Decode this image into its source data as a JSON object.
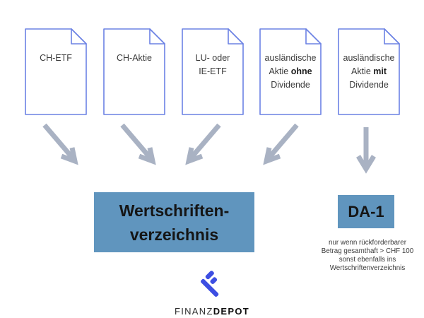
{
  "colors": {
    "box-bg": "#6095BE",
    "box-text": "#151515",
    "doc-border": "#6C82E4",
    "doc-fill": "#FFFFFF",
    "arrow": "#A9B2C3",
    "logo-blue": "#3D4EE2",
    "text-dark": "#3A3A3A",
    "note-text": "#3B3B3B"
  },
  "documents": [
    {
      "name": "ch-etf",
      "line1": "CH-ETF"
    },
    {
      "name": "ch-aktie",
      "line1": "CH-Aktie"
    },
    {
      "name": "lu-ie-etf",
      "line1": "LU- oder",
      "line2": "IE-ETF"
    },
    {
      "name": "auslaendische-aktie-ohne-dividende",
      "line1": "ausländische",
      "line2_prefix": "Aktie ",
      "line2_bold": "ohne",
      "line3": "Dividende"
    },
    {
      "name": "auslaendische-aktie-mit-dividende",
      "line1": "ausländische",
      "line2_prefix": "Aktie ",
      "line2_bold": "mit",
      "line3": "Dividende"
    }
  ],
  "arrows": [
    {
      "name": "arrow-from-ch-etf",
      "direction": "down-right"
    },
    {
      "name": "arrow-from-ch-aktie",
      "direction": "down-right"
    },
    {
      "name": "arrow-from-lu-ie-etf",
      "direction": "down-left"
    },
    {
      "name": "arrow-from-aktie-ohne-dividende",
      "direction": "down-left"
    },
    {
      "name": "arrow-from-aktie-mit-dividende",
      "direction": "down"
    }
  ],
  "targets": {
    "wertschriftenverzeichnis": {
      "line1": "Wertschriften-",
      "line2": "verzeichnis"
    },
    "da1": {
      "label": "DA-1",
      "note_lines": [
        "nur wenn rückforderbarer",
        "Betrag gesamthaft > CHF 100",
        "sonst ebenfalls ins",
        "Wertschriftenverzeichnis"
      ]
    }
  },
  "logo": {
    "prefix": "FINANZ",
    "suffix": "DEPOT"
  }
}
